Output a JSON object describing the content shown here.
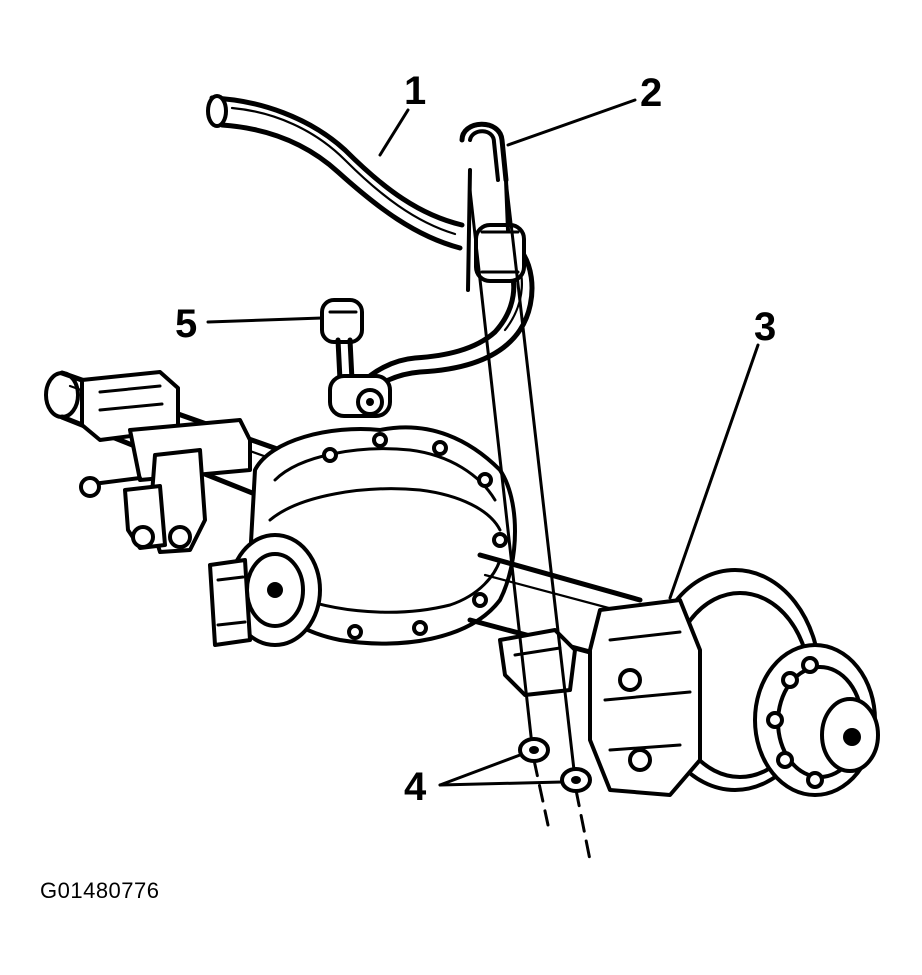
{
  "figure": {
    "id_text": "G01480776"
  },
  "callouts": [
    {
      "label": "1"
    },
    {
      "label": "2"
    },
    {
      "label": "3"
    },
    {
      "label": "4"
    },
    {
      "label": "5"
    }
  ]
}
